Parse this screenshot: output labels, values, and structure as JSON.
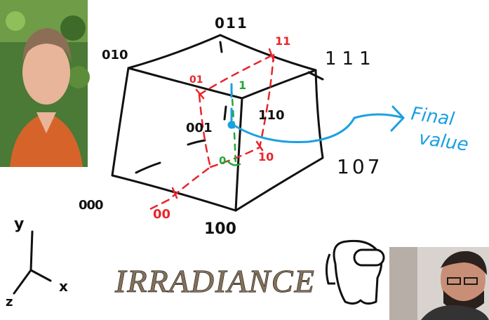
{
  "labels": {
    "v000": "000",
    "v010": "010",
    "v011": "011",
    "v111": "111",
    "v001": "001",
    "v110": "110",
    "v101": "107",
    "v100": "100",
    "red11": "11",
    "red01": "01",
    "red10": "10",
    "red00": "00",
    "green1": "1",
    "green0": "0",
    "note1": "Final",
    "note2": "value",
    "axisY": "y",
    "axisX": "x",
    "axisZ": "z",
    "banner": "IRRADIANCE"
  },
  "colors": {
    "ink": "#111111",
    "red": "#e8262b",
    "green": "#22a639",
    "blue": "#1ba0e2"
  },
  "icons": [
    "person-photo",
    "person-photo",
    "cartoon-figure"
  ]
}
